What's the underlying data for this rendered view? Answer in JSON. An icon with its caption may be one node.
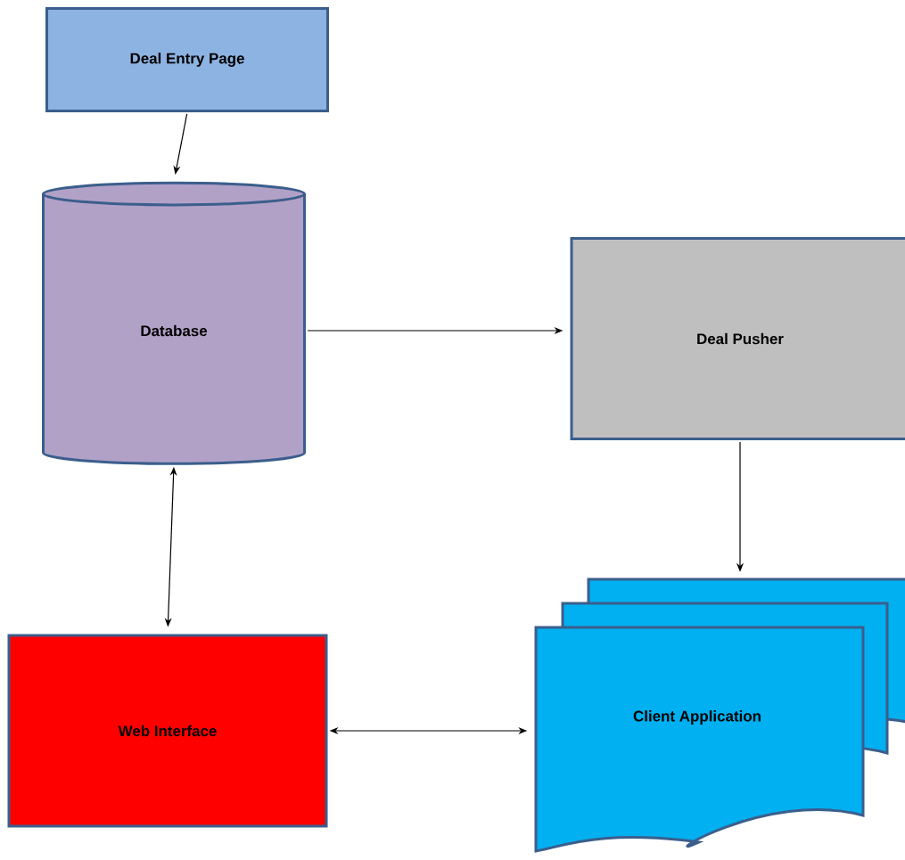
{
  "diagram": {
    "nodes": [
      {
        "text": [
          "Deal Entry Page"
        ]
      },
      {
        "text": [
          "Database"
        ]
      },
      {
        "text": [
          "Deal Pusher"
        ]
      },
      {
        "text": [
          "Web Interface"
        ]
      },
      {
        "text": [
          "Client Application"
        ]
      }
    ],
    "edges": [
      {
        "from": 0,
        "to": 1,
        "arrow": "to"
      },
      {
        "from": 1,
        "to": 2,
        "arrow": "to"
      },
      {
        "from": 1,
        "to": 3,
        "arrow": "both"
      },
      {
        "from": 2,
        "to": 4,
        "arrow": "to"
      },
      {
        "from": 3,
        "to": 4,
        "arrow": "both"
      }
    ]
  }
}
